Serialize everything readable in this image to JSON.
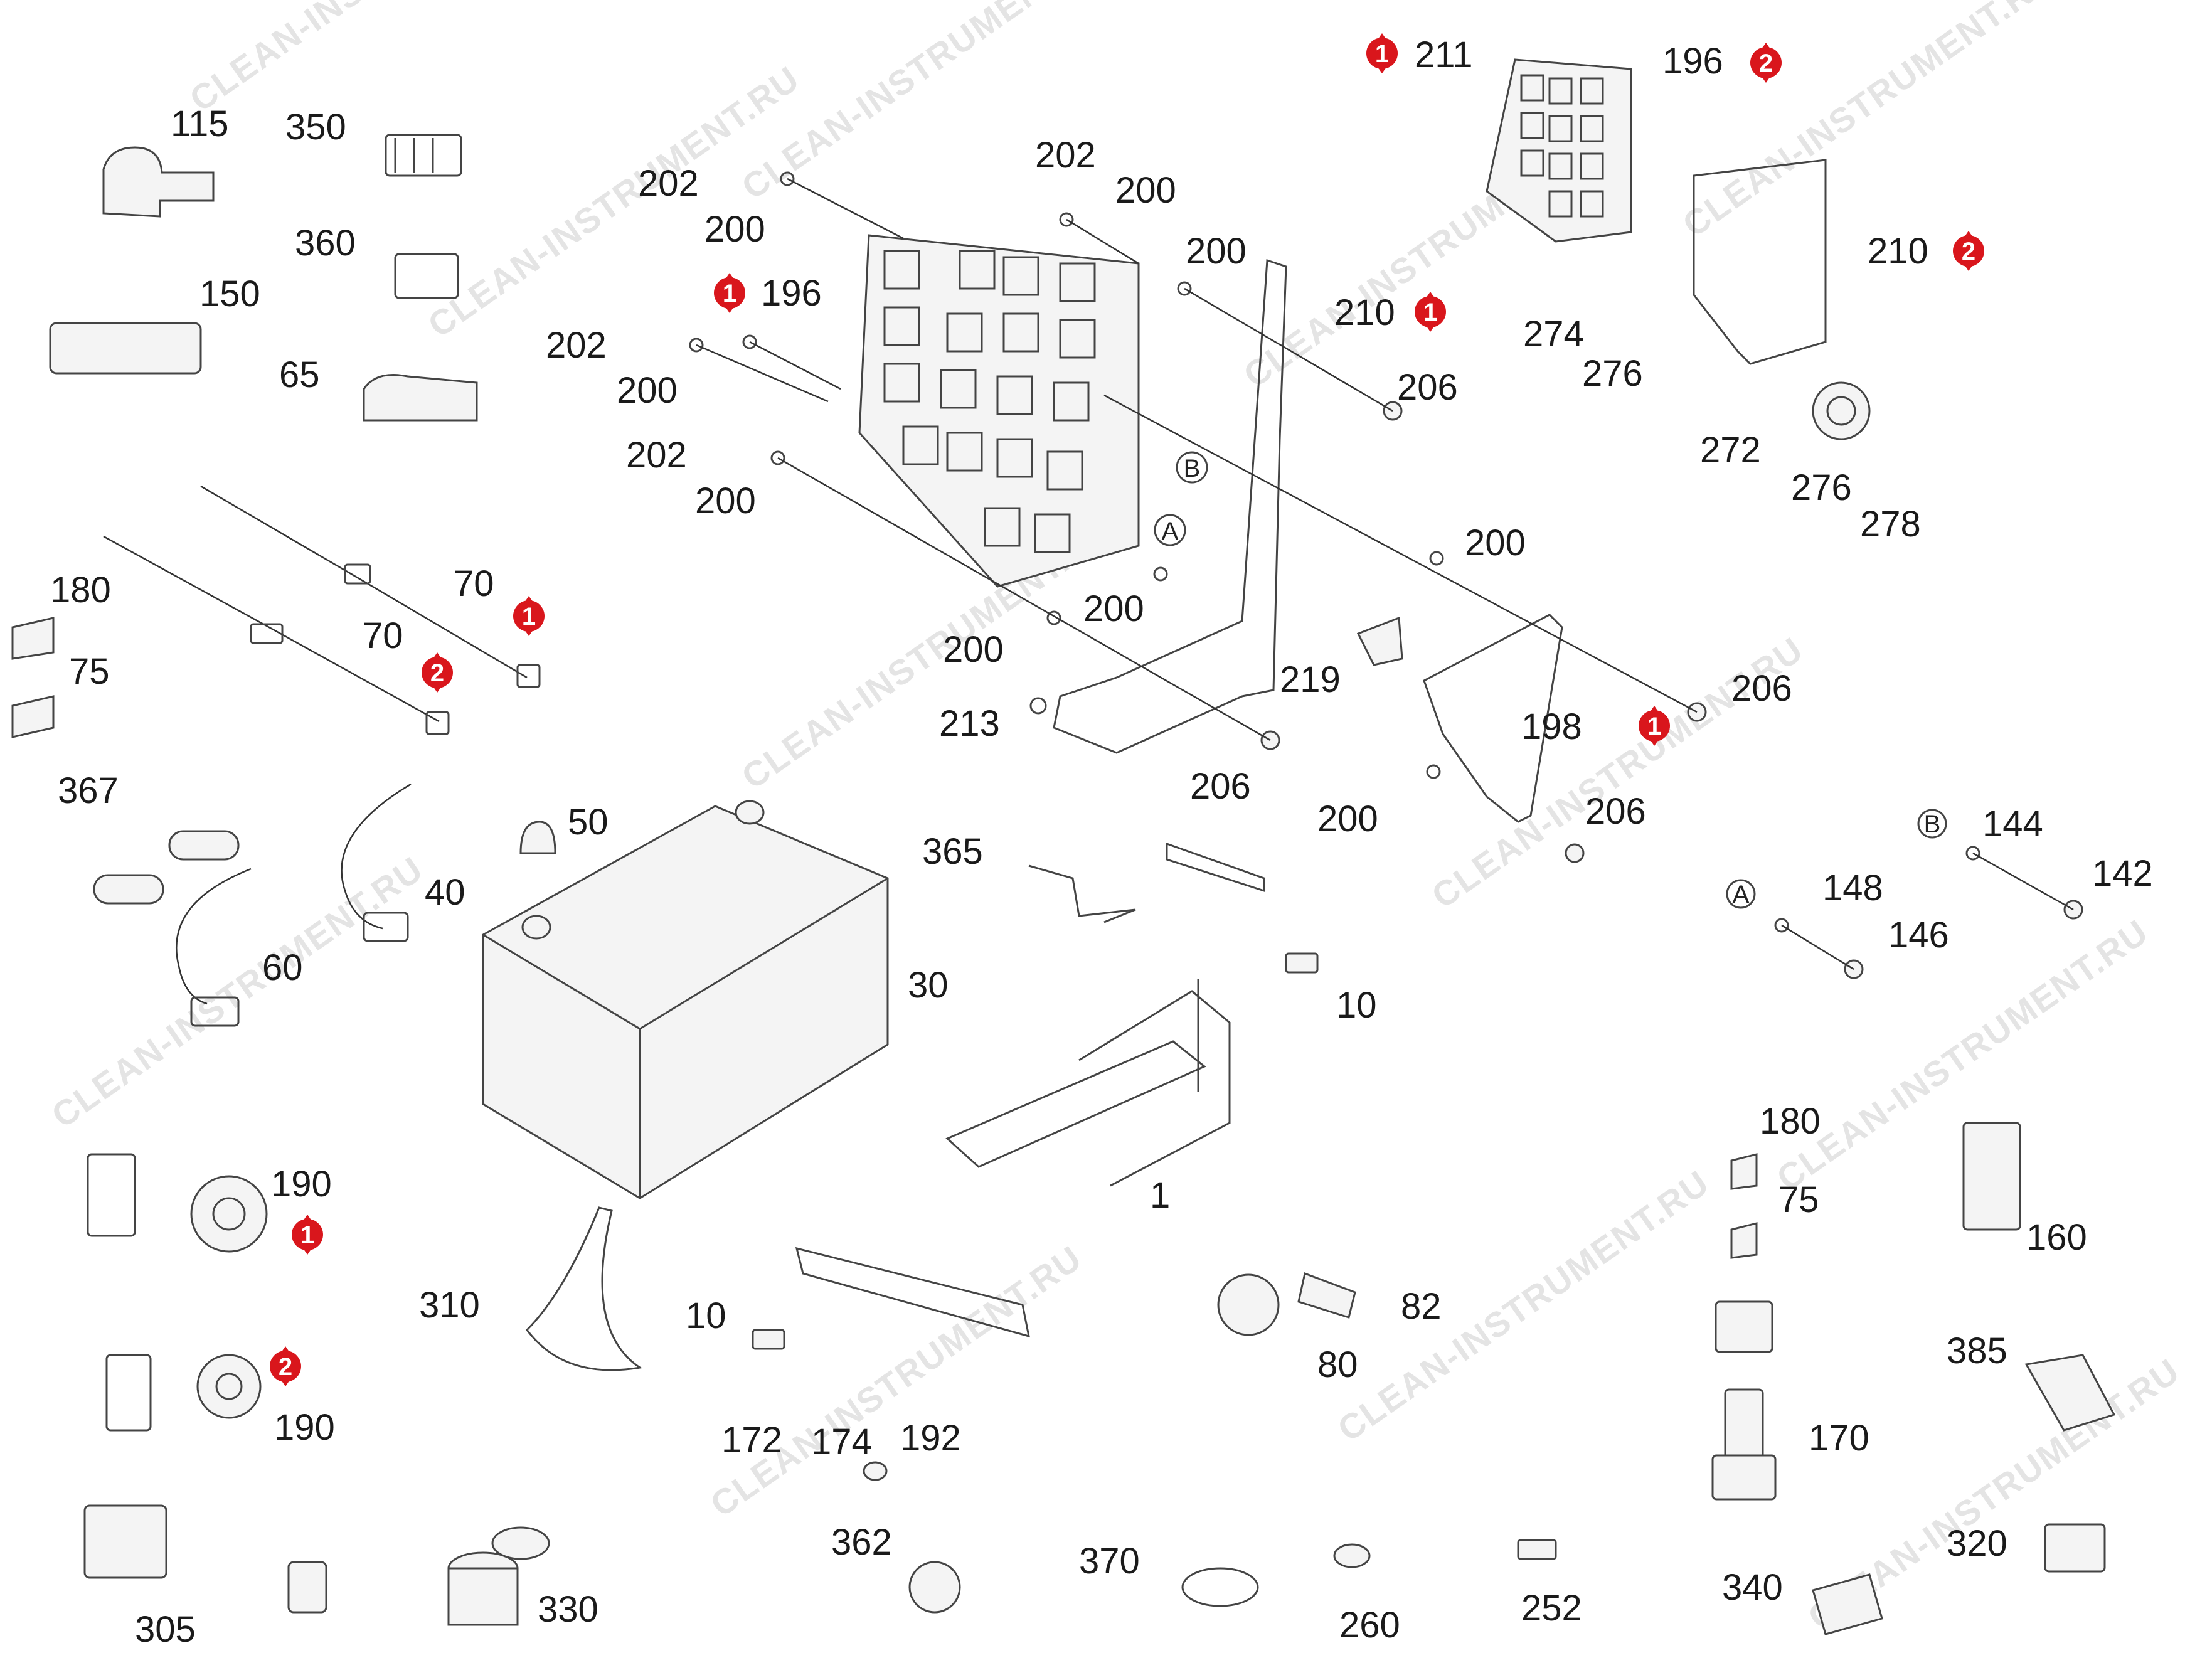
{
  "watermark": "CLEAN-INSTRUMENT.RU",
  "colors": {
    "badge": "#d9161c",
    "line": "#444444",
    "watermark": "#cfcfcf"
  },
  "labels": [
    "115",
    "350",
    "360",
    "150",
    "65",
    "180",
    "75",
    "70",
    "70",
    "367",
    "40",
    "60",
    "50",
    "30",
    "310",
    "10",
    "1",
    "190",
    "190",
    "305",
    "330",
    "202",
    "200",
    "196",
    "202",
    "200",
    "202",
    "200",
    "202",
    "200",
    "200",
    "200",
    "213",
    "206",
    "210",
    "206",
    "200",
    "206",
    "200",
    "219",
    "198",
    "200",
    "206",
    "365",
    "10",
    "172",
    "174",
    "192",
    "362",
    "370",
    "260",
    "252",
    "80",
    "82",
    "211",
    "196",
    "210",
    "274",
    "276",
    "272",
    "276",
    "278",
    "144",
    "142",
    "148",
    "146",
    "180",
    "75",
    "170",
    "160",
    "385",
    "320",
    "340",
    "A",
    "B",
    "A",
    "B"
  ],
  "badges": [
    "1",
    "1",
    "2",
    "1",
    "2",
    "1",
    "1",
    "2",
    "2",
    "1"
  ]
}
